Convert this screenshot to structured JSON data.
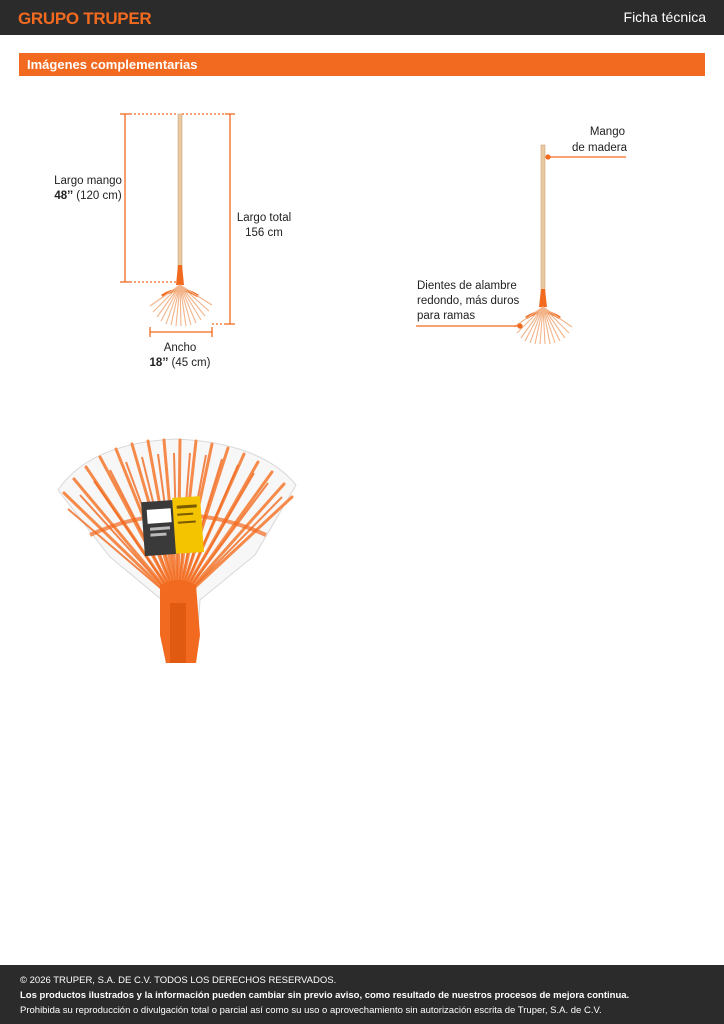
{
  "header": {
    "brand": "GRUPO TRUPER",
    "doc_title": "Ficha técnica"
  },
  "section": {
    "title": "Imágenes complementarias"
  },
  "dimensions_diagram": {
    "handle_label_line1": "Largo mango",
    "handle_label_line2_bold": "48’’",
    "handle_label_line2_rest": " (120 cm)",
    "total_label_line1": "Largo total",
    "total_label_line2": "156 cm",
    "width_label_line1": "Ancho",
    "width_label_line2_bold": "18’’",
    "width_label_line2_rest": " (45 cm)"
  },
  "features_diagram": {
    "handle_label_line1": "Mango",
    "handle_label_line2": "de madera",
    "tines_label_line1": "Dientes de alambre",
    "tines_label_line2": "redondo, más duros",
    "tines_label_line3": "para ramas"
  },
  "colors": {
    "accent": "#f26a1f",
    "dark": "#2b2b2b",
    "wood": "#e8c9a0"
  },
  "footer": {
    "copyright": "© 2026 TRUPER, S.A. DE C.V. TODOS LOS DERECHOS RESERVADOS.",
    "notice": "Los productos ilustrados y la información pueden cambiar sin previo aviso, como resultado de nuestros procesos de mejora continua.",
    "legal": "Prohibida su reproducción o divulgación total o parcial así como su uso o aprovechamiento sin autorización escrita de Truper, S.A. de C.V."
  }
}
